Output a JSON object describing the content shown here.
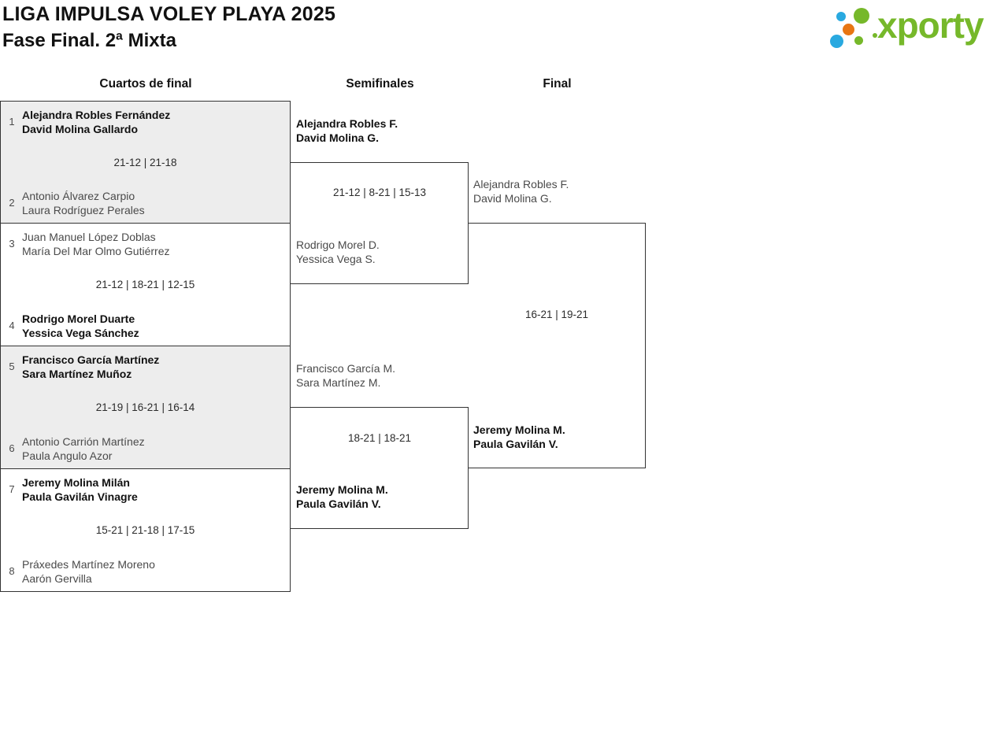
{
  "header": {
    "title_line1": "LIGA IMPULSA VOLEY PLAYA 2025",
    "title_line2": "Fase Final. 2ª Mixta"
  },
  "logo": {
    "text": "xporty",
    "colors": {
      "green": "#76b82a",
      "blue": "#29a9e0",
      "orange": "#e87613"
    }
  },
  "round_headers": {
    "quarterfinals": "Cuartos de final",
    "semifinals": "Semifinales",
    "final": "Final"
  },
  "bracket": {
    "quarterfinals": [
      {
        "shaded": true,
        "team1": {
          "seed": "1",
          "players": [
            "Alejandra Robles Fernández",
            "David Molina Gallardo"
          ],
          "winner": true
        },
        "score": "21-12 | 21-18",
        "team2": {
          "seed": "2",
          "players": [
            "Antonio Álvarez Carpio",
            "Laura Rodríguez Perales"
          ],
          "winner": false
        }
      },
      {
        "shaded": false,
        "team1": {
          "seed": "3",
          "players": [
            "Juan Manuel López Doblas",
            "María Del Mar Olmo Gutiérrez"
          ],
          "winner": false
        },
        "score": "21-12 | 18-21 | 12-15",
        "team2": {
          "seed": "4",
          "players": [
            "Rodrigo Morel Duarte",
            "Yessica Vega Sánchez"
          ],
          "winner": true
        }
      },
      {
        "shaded": true,
        "team1": {
          "seed": "5",
          "players": [
            "Francisco García Martínez",
            "Sara Martínez Muñoz"
          ],
          "winner": true
        },
        "score": "21-19 | 16-21 | 16-14",
        "team2": {
          "seed": "6",
          "players": [
            "Antonio Carrión Martínez",
            "Paula Angulo Azor"
          ],
          "winner": false
        }
      },
      {
        "shaded": false,
        "team1": {
          "seed": "7",
          "players": [
            "Jeremy Molina Milán",
            "Paula Gavilán Vinagre"
          ],
          "winner": true
        },
        "score": "15-21 | 21-18 | 17-15",
        "team2": {
          "seed": "8",
          "players": [
            "Práxedes Martínez Moreno",
            "Aarón Gervilla"
          ],
          "winner": false
        }
      }
    ],
    "semifinals": [
      {
        "team1": {
          "players": [
            "Alejandra Robles F.",
            "David Molina G."
          ],
          "winner": true
        },
        "score": "21-12 | 8-21 | 15-13",
        "team2": {
          "players": [
            "Rodrigo Morel D.",
            "Yessica Vega S."
          ],
          "winner": false
        }
      },
      {
        "team1": {
          "players": [
            "Francisco García M.",
            "Sara Martínez M."
          ],
          "winner": false
        },
        "score": "18-21 | 18-21",
        "team2": {
          "players": [
            "Jeremy Molina M.",
            "Paula Gavilán V."
          ],
          "winner": true
        }
      }
    ],
    "final": {
      "team1": {
        "players": [
          "Alejandra Robles F.",
          "David Molina G."
        ],
        "winner": false
      },
      "score": "16-21 | 19-21",
      "team2": {
        "players": [
          "Jeremy Molina M.",
          "Paula Gavilán V."
        ],
        "winner": true
      }
    }
  }
}
